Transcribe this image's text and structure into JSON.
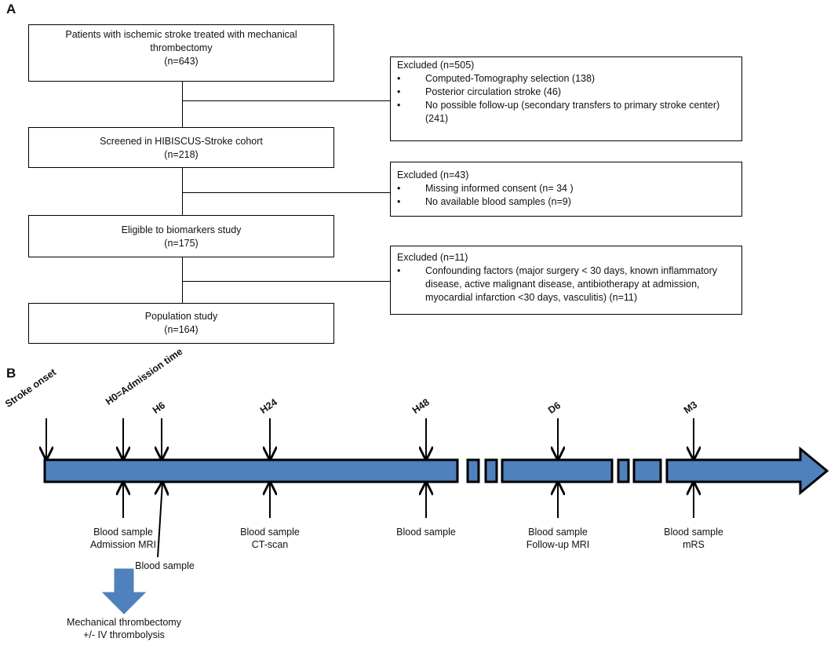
{
  "panel_a": {
    "letter": "A",
    "main_boxes": [
      {
        "lines": [
          "Patients with ischemic stroke treated with mechanical",
          "thrombectomy",
          "(n=643)"
        ]
      },
      {
        "lines": [
          "Screened in HIBISCUS-Stroke  cohort",
          "(n=218)"
        ]
      },
      {
        "lines": [
          "Eligible to biomarkers study",
          "(n=175)"
        ]
      },
      {
        "lines": [
          "Population study",
          "(n=164)"
        ]
      }
    ],
    "excluded_boxes": [
      {
        "title": "Excluded (n=505)",
        "items": [
          "Computed-Tomography  selection (138)",
          "Posterior circulation stroke (46)",
          "No possible follow-up (secondary transfers to primary stroke center) (241)"
        ]
      },
      {
        "title": "Excluded (n=43)",
        "items": [
          "Missing informed consent (n= 34 )",
          "No available blood samples (n=9)"
        ]
      },
      {
        "title": "Excluded (n=11)",
        "items": [
          "Confounding factors (major surgery < 30 days, known inflammatory disease, active malignant disease, antibiotherapy at admission, myocardial infarction <30  days, vasculitis) (n=11)"
        ]
      }
    ]
  },
  "panel_b": {
    "letter": "B",
    "timepoints": [
      {
        "label": "Stroke onset",
        "below": []
      },
      {
        "label": "H0=Admission time",
        "below": [
          "Blood sample",
          "Admission MRI"
        ]
      },
      {
        "label": "H6",
        "below": [
          "Blood sample"
        ]
      },
      {
        "label": "H24",
        "below": [
          "Blood sample",
          "CT-scan"
        ]
      },
      {
        "label": "H48",
        "below": [
          "Blood sample"
        ]
      },
      {
        "label": "D6",
        "below": [
          "Blood sample",
          "Follow-up MRI"
        ]
      },
      {
        "label": "M3",
        "below": [
          "Blood sample",
          "mRS"
        ]
      }
    ],
    "treatment": [
      "Mechanical thrombectomy",
      "+/- IV thrombolysis"
    ],
    "colors": {
      "arrow_fill": "#4f81bd",
      "arrow_stroke": "#000000"
    }
  }
}
